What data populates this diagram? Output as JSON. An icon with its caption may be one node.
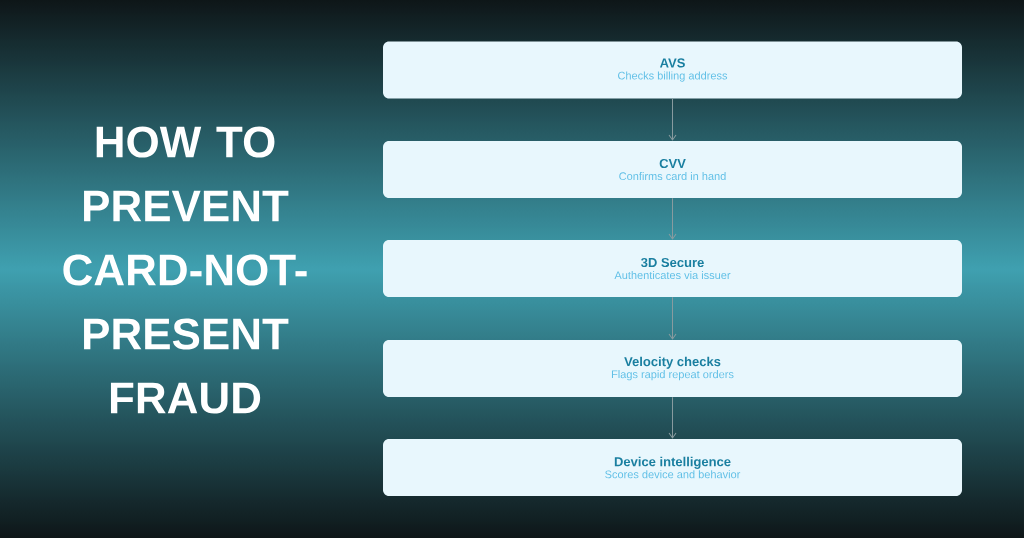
{
  "diagram": {
    "title": "HOW TO PREVENT CARD-NOT-PRESENT FRAUD",
    "nodes": [
      {
        "text": [
          "AVS",
          "Checks billing address"
        ]
      },
      {
        "text": [
          "CVV",
          "Confirms card in hand"
        ]
      },
      {
        "text": [
          "3D Secure",
          "Authenticates via issuer"
        ]
      },
      {
        "text": [
          "Velocity checks",
          "Flags rapid repeat orders"
        ]
      },
      {
        "text": [
          "Device intelligence",
          "Scores device and behavior"
        ]
      }
    ],
    "edges": [
      {
        "from": 0,
        "to": 1,
        "arrow": "to"
      },
      {
        "from": 1,
        "to": 2,
        "arrow": "to"
      },
      {
        "from": 2,
        "to": 3,
        "arrow": "to"
      },
      {
        "from": 3,
        "to": 4,
        "arrow": "to"
      }
    ]
  }
}
